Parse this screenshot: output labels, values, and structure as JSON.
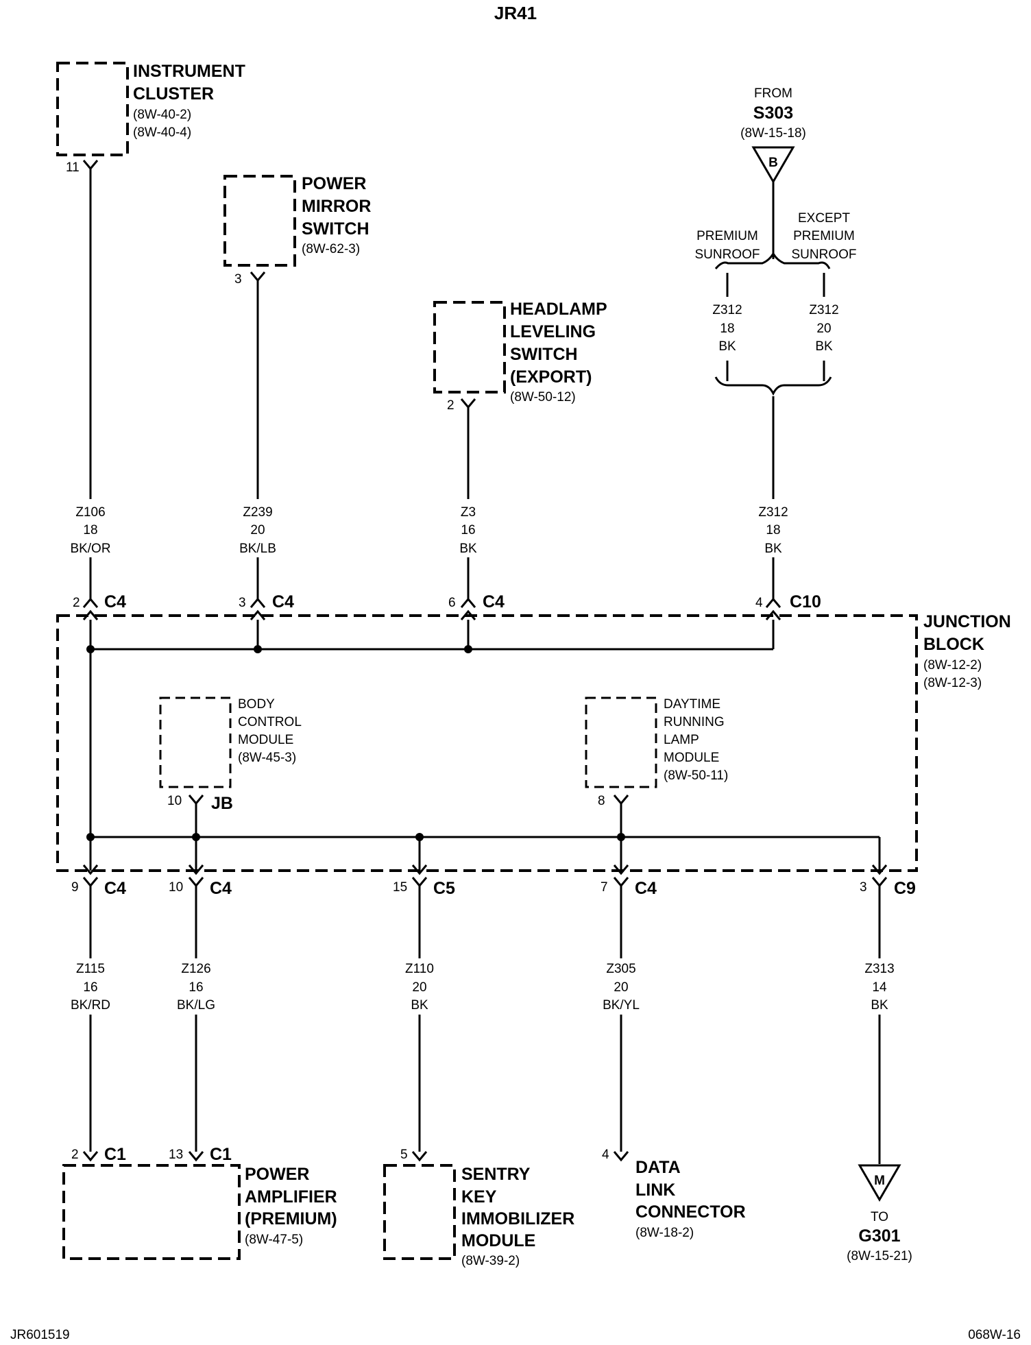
{
  "title": "JR41",
  "footer": {
    "left": "JR601519",
    "right": "068W-16"
  },
  "instrument_cluster": {
    "l1": "INSTRUMENT",
    "l2": "CLUSTER",
    "r1": "(8W-40-2)",
    "r2": "(8W-40-4)",
    "pin": "11"
  },
  "power_mirror": {
    "l1": "POWER",
    "l2": "MIRROR",
    "l3": "SWITCH",
    "r1": "(8W-62-3)",
    "pin": "3"
  },
  "headlamp": {
    "l1": "HEADLAMP",
    "l2": "LEVELING",
    "l3": "SWITCH",
    "l4": "(EXPORT)",
    "r1": "(8W-50-12)",
    "pin": "2"
  },
  "s303": {
    "from": "FROM",
    "name": "S303",
    "ref": "(8W-15-18)",
    "tri": "B"
  },
  "sunroof": {
    "left": [
      "PREMIUM",
      "SUNROOF"
    ],
    "right": [
      "EXCEPT",
      "PREMIUM",
      "SUNROOF"
    ],
    "wire_left": [
      "Z312",
      "18",
      "BK"
    ],
    "wire_right": [
      "Z312",
      "20",
      "BK"
    ]
  },
  "top_wires": [
    {
      "id": [
        "Z106",
        "18",
        "BK/OR"
      ],
      "pin": "2",
      "conn": "C4"
    },
    {
      "id": [
        "Z239",
        "20",
        "BK/LB"
      ],
      "pin": "3",
      "conn": "C4"
    },
    {
      "id": [
        "Z3",
        "16",
        "BK"
      ],
      "pin": "6",
      "conn": "C4"
    },
    {
      "id": [
        "Z312",
        "18",
        "BK"
      ],
      "pin": "4",
      "conn": "C10"
    }
  ],
  "junction_block": {
    "l1": "JUNCTION",
    "l2": "BLOCK",
    "r1": "(8W-12-2)",
    "r2": "(8W-12-3)"
  },
  "bcm": {
    "l1": "BODY",
    "l2": "CONTROL",
    "l3": "MODULE",
    "r1": "(8W-45-3)",
    "pin": "10",
    "conn": "JB"
  },
  "drl": {
    "l1": "DAYTIME",
    "l2": "RUNNING",
    "l3": "LAMP",
    "l4": "MODULE",
    "r1": "(8W-50-11)",
    "pin": "8"
  },
  "bottom_wires": [
    {
      "id": [
        "Z115",
        "16",
        "BK/RD"
      ],
      "pin": "9",
      "conn": "C4"
    },
    {
      "id": [
        "Z126",
        "16",
        "BK/LG"
      ],
      "pin": "10",
      "conn": "C4"
    },
    {
      "id": [
        "Z110",
        "20",
        "BK"
      ],
      "pin": "15",
      "conn": "C5"
    },
    {
      "id": [
        "Z305",
        "20",
        "BK/YL"
      ],
      "pin": "7",
      "conn": "C4"
    },
    {
      "id": [
        "Z313",
        "14",
        "BK"
      ],
      "pin": "3",
      "conn": "C9"
    }
  ],
  "power_amp": {
    "l1": "POWER",
    "l2": "AMPLIFIER",
    "l3": "(PREMIUM)",
    "r1": "(8W-47-5)",
    "pin_a": "2",
    "conn_a": "C1",
    "pin_b": "13",
    "conn_b": "C1"
  },
  "sentry": {
    "l1": "SENTRY",
    "l2": "KEY",
    "l3": "IMMOBILIZER",
    "l4": "MODULE",
    "r1": "(8W-39-2)",
    "pin": "5"
  },
  "dlc": {
    "l1": "DATA",
    "l2": "LINK",
    "l3": "CONNECTOR",
    "r1": "(8W-18-2)",
    "pin": "4"
  },
  "g301": {
    "tri": "M",
    "to": "TO",
    "name": "G301",
    "ref": "(8W-15-21)"
  }
}
